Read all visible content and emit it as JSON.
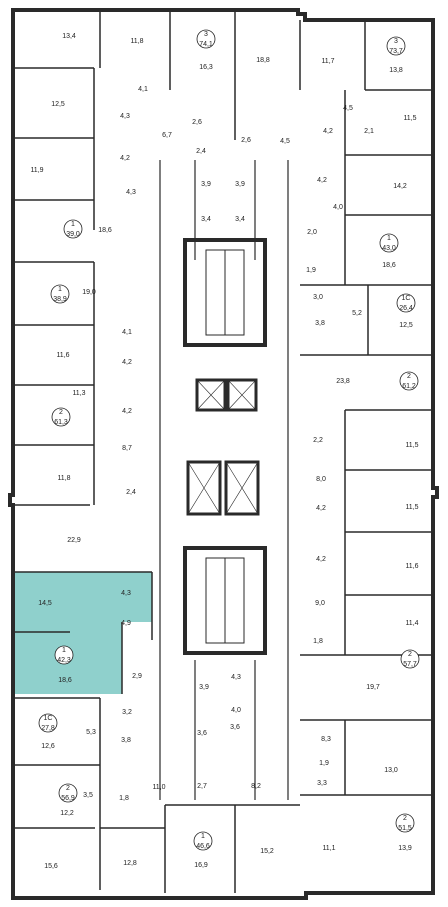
{
  "colors": {
    "highlight": "#8fd0cc",
    "wall": "#2a2a2a",
    "background": "#ffffff"
  },
  "areas": [
    {
      "id": "a1",
      "text": "13,4"
    },
    {
      "id": "a2",
      "text": "11,8"
    },
    {
      "id": "a3",
      "text": "16,3"
    },
    {
      "id": "a4",
      "text": "18,8"
    },
    {
      "id": "a5",
      "text": "11,7"
    },
    {
      "id": "a6",
      "text": "13,8"
    },
    {
      "id": "a7",
      "text": "12,5"
    },
    {
      "id": "a8",
      "text": "4,1"
    },
    {
      "id": "a9",
      "text": "4,3"
    },
    {
      "id": "a10",
      "text": "6,7"
    },
    {
      "id": "a11",
      "text": "2,6"
    },
    {
      "id": "a12",
      "text": "4,5"
    },
    {
      "id": "a13",
      "text": "11,5"
    },
    {
      "id": "a14",
      "text": "4,2"
    },
    {
      "id": "a15",
      "text": "2,1"
    },
    {
      "id": "a16",
      "text": "2,4"
    },
    {
      "id": "a17",
      "text": "2,6"
    },
    {
      "id": "a18",
      "text": "4,5"
    },
    {
      "id": "a19",
      "text": "11,9"
    },
    {
      "id": "a20",
      "text": "4,2"
    },
    {
      "id": "a21",
      "text": "3,9"
    },
    {
      "id": "a22",
      "text": "3,9"
    },
    {
      "id": "a23",
      "text": "4,2"
    },
    {
      "id": "a24",
      "text": "14,2"
    },
    {
      "id": "a25",
      "text": "4,3"
    },
    {
      "id": "a26",
      "text": "4,0"
    },
    {
      "id": "a27",
      "text": "18,6"
    },
    {
      "id": "a28",
      "text": "3,4"
    },
    {
      "id": "a29",
      "text": "3,4"
    },
    {
      "id": "a30",
      "text": "2,0"
    },
    {
      "id": "a31",
      "text": "18,6"
    },
    {
      "id": "a32",
      "text": "1,9"
    },
    {
      "id": "a33",
      "text": "19,0"
    },
    {
      "id": "a34",
      "text": "3,0"
    },
    {
      "id": "a35",
      "text": "5,2"
    },
    {
      "id": "a36",
      "text": "12,5"
    },
    {
      "id": "a37",
      "text": "3,8"
    },
    {
      "id": "a38",
      "text": "4,1"
    },
    {
      "id": "a39",
      "text": "11,6"
    },
    {
      "id": "a40",
      "text": "4,2"
    },
    {
      "id": "a41",
      "text": "23,8"
    },
    {
      "id": "a42",
      "text": "11,3"
    },
    {
      "id": "a43",
      "text": "4,2"
    },
    {
      "id": "a44",
      "text": "2,2"
    },
    {
      "id": "a45",
      "text": "11,5"
    },
    {
      "id": "a46",
      "text": "8,7"
    },
    {
      "id": "a47",
      "text": "8,0"
    },
    {
      "id": "a48",
      "text": "11,8"
    },
    {
      "id": "a49",
      "text": "2,4"
    },
    {
      "id": "a50",
      "text": "11,5"
    },
    {
      "id": "a51",
      "text": "4,2"
    },
    {
      "id": "a52",
      "text": "22,9"
    },
    {
      "id": "a53",
      "text": "11,6"
    },
    {
      "id": "a54",
      "text": "4,2"
    },
    {
      "id": "a55",
      "text": "14,5"
    },
    {
      "id": "a56",
      "text": "4,3"
    },
    {
      "id": "a57",
      "text": "9,0"
    },
    {
      "id": "a58",
      "text": "11,4"
    },
    {
      "id": "a59",
      "text": "4,9"
    },
    {
      "id": "a60",
      "text": "1,8"
    },
    {
      "id": "a61",
      "text": "18,6"
    },
    {
      "id": "a62",
      "text": "2,9"
    },
    {
      "id": "a63",
      "text": "3,9"
    },
    {
      "id": "a64",
      "text": "4,3"
    },
    {
      "id": "a65",
      "text": "19,7"
    },
    {
      "id": "a66",
      "text": "3,2"
    },
    {
      "id": "a67",
      "text": "4,0"
    },
    {
      "id": "a68",
      "text": "5,3"
    },
    {
      "id": "a69",
      "text": "12,6"
    },
    {
      "id": "a70",
      "text": "3,8"
    },
    {
      "id": "a71",
      "text": "3,6"
    },
    {
      "id": "a72",
      "text": "3,6"
    },
    {
      "id": "a73",
      "text": "8,3"
    },
    {
      "id": "a74",
      "text": "1,9"
    },
    {
      "id": "a75",
      "text": "13,0"
    },
    {
      "id": "a76",
      "text": "3,3"
    },
    {
      "id": "a77",
      "text": "11,0"
    },
    {
      "id": "a78",
      "text": "2,7"
    },
    {
      "id": "a79",
      "text": "8,2"
    },
    {
      "id": "a80",
      "text": "3,5"
    },
    {
      "id": "a81",
      "text": "1,8"
    },
    {
      "id": "a82",
      "text": "12,2"
    },
    {
      "id": "a83",
      "text": "11,1"
    },
    {
      "id": "a84",
      "text": "13,9"
    },
    {
      "id": "a85",
      "text": "15,6"
    },
    {
      "id": "a86",
      "text": "12,8"
    },
    {
      "id": "a87",
      "text": "16,9"
    },
    {
      "id": "a88",
      "text": "15,2"
    }
  ],
  "apartments": [
    {
      "id": "ap1",
      "rooms": "3",
      "area": "74,1",
      "highlighted": false
    },
    {
      "id": "ap2",
      "rooms": "3",
      "area": "73,7",
      "highlighted": false
    },
    {
      "id": "ap3",
      "rooms": "1",
      "area": "39,0",
      "highlighted": false
    },
    {
      "id": "ap4",
      "rooms": "1",
      "area": "43,0",
      "highlighted": false
    },
    {
      "id": "ap5",
      "rooms": "1",
      "area": "38,9",
      "highlighted": false
    },
    {
      "id": "ap6",
      "rooms": "1С",
      "area": "26,4",
      "highlighted": false
    },
    {
      "id": "ap7",
      "rooms": "2",
      "area": "61,2",
      "highlighted": false
    },
    {
      "id": "ap8",
      "rooms": "2",
      "area": "61,3",
      "highlighted": false
    },
    {
      "id": "ap9",
      "rooms": "1",
      "area": "42,3",
      "highlighted": true
    },
    {
      "id": "ap10",
      "rooms": "2",
      "area": "57,7",
      "highlighted": false
    },
    {
      "id": "ap11",
      "rooms": "1С",
      "area": "27,8",
      "highlighted": false
    },
    {
      "id": "ap12",
      "rooms": "2",
      "area": "56,9",
      "highlighted": false
    },
    {
      "id": "ap13",
      "rooms": "2",
      "area": "51,5",
      "highlighted": false
    },
    {
      "id": "ap14",
      "rooms": "1",
      "area": "46,6",
      "highlighted": false
    }
  ]
}
